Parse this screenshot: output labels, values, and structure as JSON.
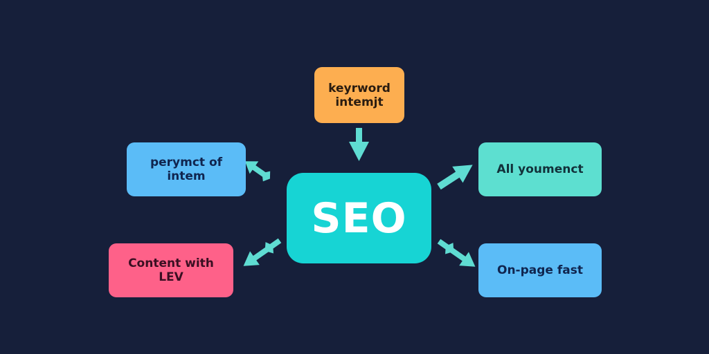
{
  "diagram": {
    "type": "mind-map",
    "background_color": "#161f3a",
    "arrow_color": "#5fdcd2",
    "center": {
      "label": "SEO",
      "fill": "#17d4d4",
      "text_color": "#ffffff"
    },
    "nodes": [
      {
        "id": "keyword",
        "label": "keyrword\nintemjt",
        "fill": "#fdae50",
        "text_color": "#2a1c10",
        "position": "top",
        "arrow": "down-into-center"
      },
      {
        "id": "left-top",
        "label": "perymct of\nintem",
        "fill": "#5bbcf7",
        "text_color": "#10254f",
        "position": "upper-left",
        "arrow": "from-center"
      },
      {
        "id": "right-top",
        "label": "All youmenct",
        "fill": "#5ddfd0",
        "text_color": "#12313a",
        "position": "upper-right",
        "arrow": "from-center"
      },
      {
        "id": "left-bottom",
        "label": "Content with\nLEV",
        "fill": "#fe6189",
        "text_color": "#3a0f22",
        "position": "lower-left",
        "arrow": "from-center"
      },
      {
        "id": "right-bottom",
        "label": "On-page fast",
        "fill": "#5bbcf7",
        "text_color": "#10254f",
        "position": "lower-right",
        "arrow": "from-center"
      }
    ]
  }
}
